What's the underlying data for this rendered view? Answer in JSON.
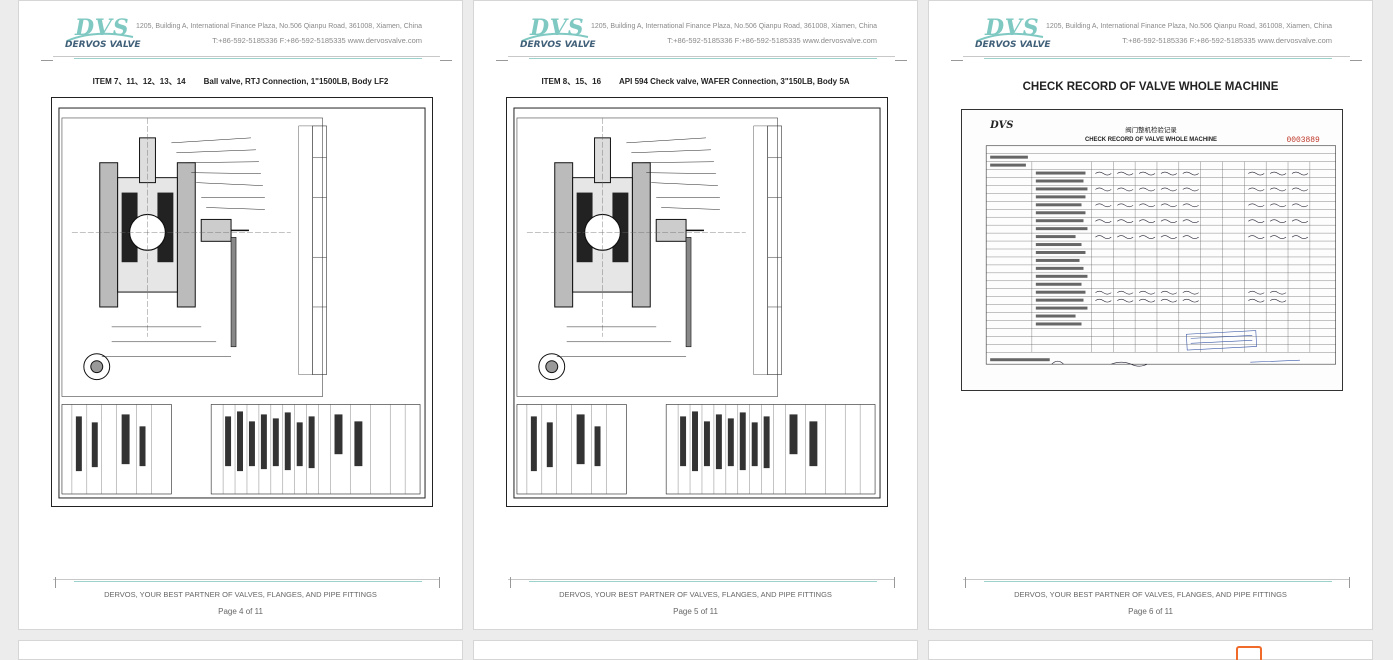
{
  "header": {
    "logo_mark": "DVS",
    "logo_text": "DERVOS VALVE",
    "address": "1205, Building A, International Finance Plaza, No.506 Qianpu Road, 361008, Xiamen, China",
    "contact": "T:+86-592-5185336   F:+86-592-5185335   www.dervosvalve.com"
  },
  "footer": {
    "slogan": "DERVOS, YOUR BEST PARTNER OF VALVES, FLANGES, AND PIPE FITTINGS"
  },
  "pages": [
    {
      "item_label": "ITEM 7、11、12、13、14",
      "item_desc": "Ball valve, RTJ Connection, 1\"1500LB, Body LF2",
      "page_number": "Page 4 of 11"
    },
    {
      "item_label": "ITEM 8、15、16",
      "item_desc": "API 594 Check valve, WAFER Connection, 3\"150LB, Body 5A",
      "page_number": "Page 5 of 11"
    },
    {
      "title": "CHECK RECORD OF VALVE WHOLE MACHINE",
      "page_number": "Page 6 of 11",
      "record": {
        "form_title_cn": "阀门整机检验记录",
        "form_title": "CHECK RECORD OF VALVE WHOLE MACHINE",
        "form_no": "0003889",
        "logo": "DVS"
      }
    }
  ],
  "colors": {
    "accent": "#7fc9c2",
    "brand_text": "#3f5f78",
    "stamp": "#f06a2a"
  }
}
